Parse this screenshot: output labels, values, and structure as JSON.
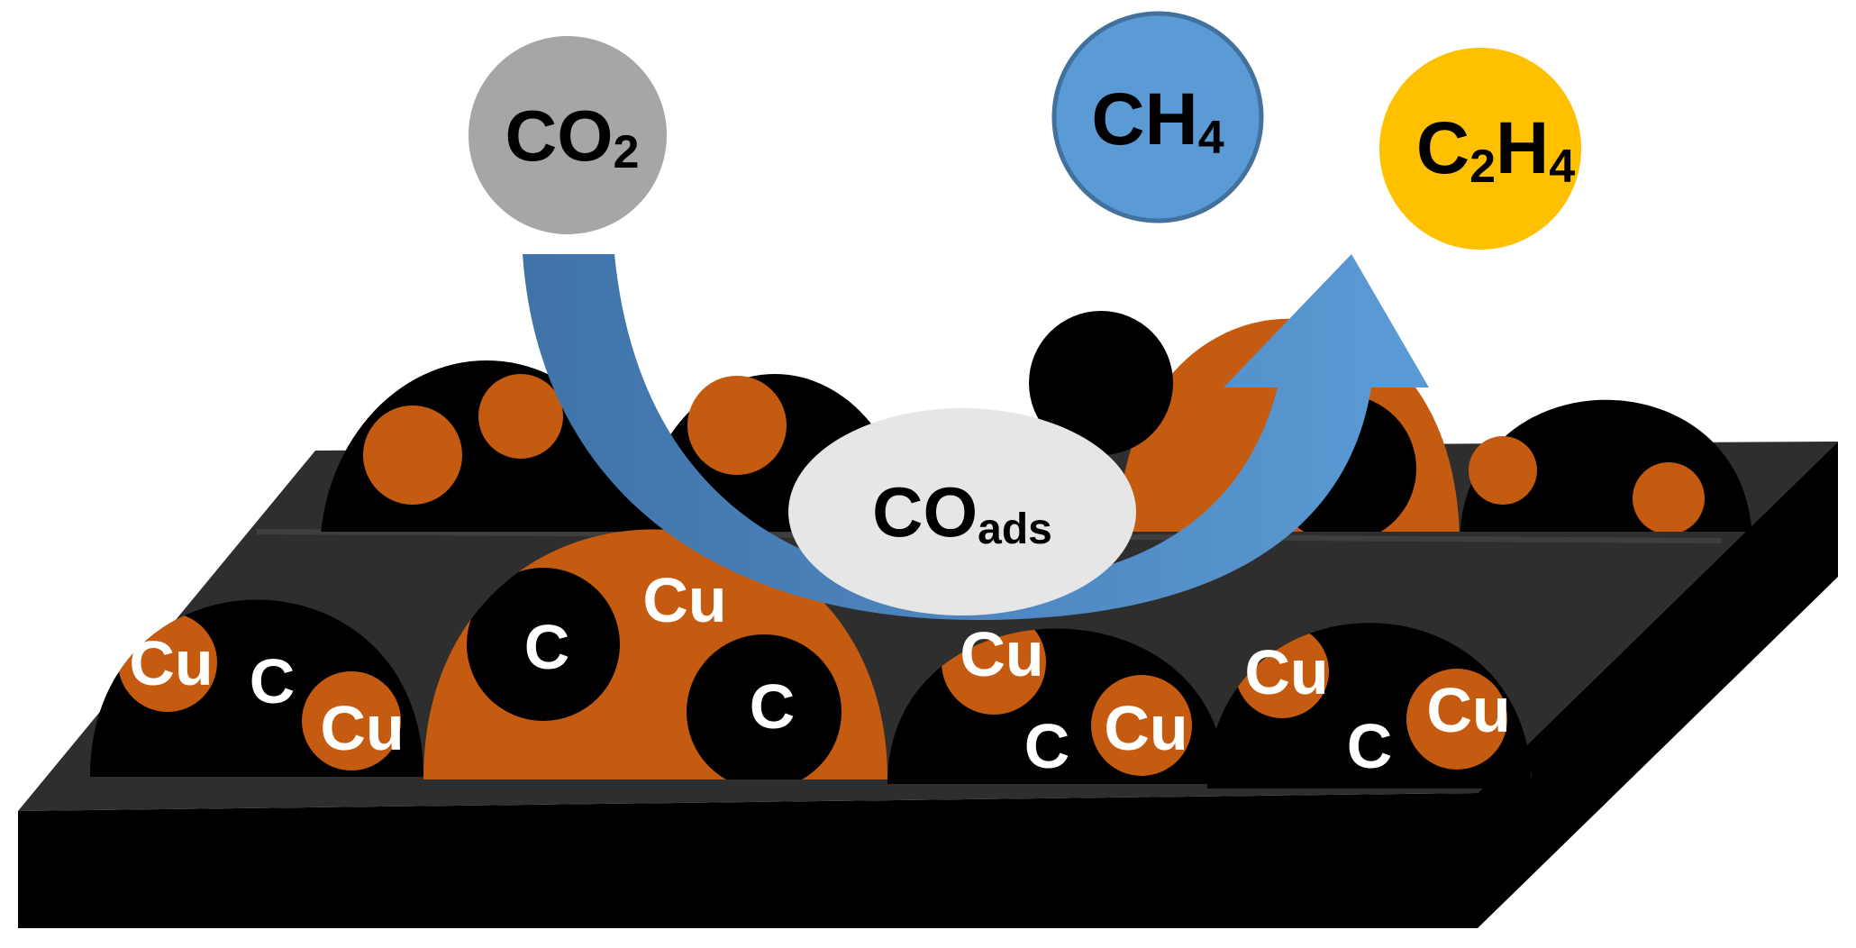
{
  "colors": {
    "background": "#ffffff",
    "substrate_top": "#2e2e2e",
    "substrate_side": "#000000",
    "carbon": "#000000",
    "copper": "#c55a11",
    "co2": "#a6a6a6",
    "ch4": "#5b9bd5",
    "ch4_outline": "#41719c",
    "c2h4": "#ffc000",
    "co_ads": "#e7e6e6",
    "arrow_dark": "#3f73a8",
    "arrow_light": "#5b9bd5",
    "label_on_dark": "#ffffff",
    "label_on_light": "#000000"
  },
  "molecules": {
    "co2": {
      "base": "CO",
      "sub": "2"
    },
    "ch4": {
      "base": "CH",
      "sub": "4"
    },
    "c2h4": {
      "base1": "C",
      "sub1": "2",
      "base2": "H",
      "sub2": "4"
    },
    "co_ads": {
      "base": "CO",
      "sub": "ads"
    }
  },
  "particle_labels": {
    "cu": "Cu",
    "c": "C"
  }
}
